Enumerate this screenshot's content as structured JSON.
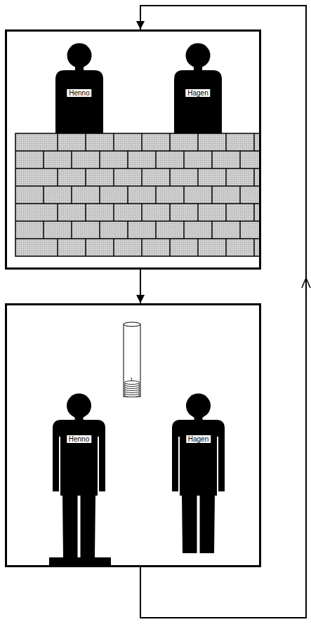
{
  "diagram": {
    "nodes": [
      {
        "text": []
      },
      {
        "text": [
          "Henno"
        ],
        "in": 0
      },
      {
        "text": [
          "Hagen"
        ],
        "in": 0
      },
      {
        "text": []
      },
      {
        "text": [
          "Henno"
        ],
        "in": 3
      },
      {
        "text": [
          "Hagen"
        ],
        "in": 3
      }
    ],
    "edges": [
      {
        "from": 0,
        "to": 3,
        "arrow": "to"
      },
      {
        "from": 3,
        "to": 0,
        "arrow": "to"
      }
    ],
    "labels": [
      "1"
    ]
  }
}
